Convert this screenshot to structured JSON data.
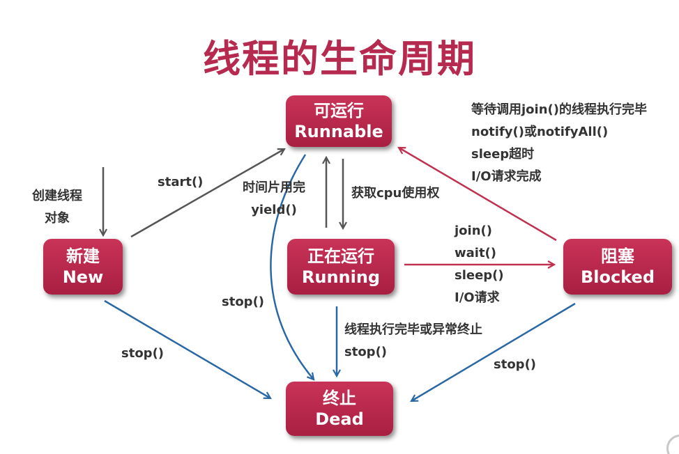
{
  "title": "线程的生命周期",
  "states": {
    "runnable": {
      "cn": "可运行",
      "en": "Runnable"
    },
    "new": {
      "cn": "新建",
      "en": "New"
    },
    "running": {
      "cn": "正在运行",
      "en": "Running"
    },
    "blocked": {
      "cn": "阻塞",
      "en": "Blocked"
    },
    "dead": {
      "cn": "终止",
      "en": "Dead"
    }
  },
  "labels": {
    "create": [
      "创建线程",
      "对象"
    ],
    "start": "start()",
    "timeslice": [
      "时间片用完",
      "yield()"
    ],
    "get_cpu": "获取cpu使用权",
    "unblock": [
      "等待调用join()的线程执行完毕",
      "notify()或notifyAll()",
      "sleep超时",
      "I/O请求完成"
    ],
    "block": [
      "join()",
      "wait()",
      "sleep()",
      "I/O请求"
    ],
    "stop_runnable": "stop()",
    "stop_new": "stop()",
    "finish": [
      "线程执行完毕或异常终止",
      "stop()"
    ],
    "stop_blocked": "stop()"
  },
  "colors": {
    "title": "#b52a4e",
    "state_fill": "#b8264b",
    "arrow_gray": "#555555",
    "arrow_red": "#c0304f",
    "arrow_blue": "#2a67a5"
  }
}
